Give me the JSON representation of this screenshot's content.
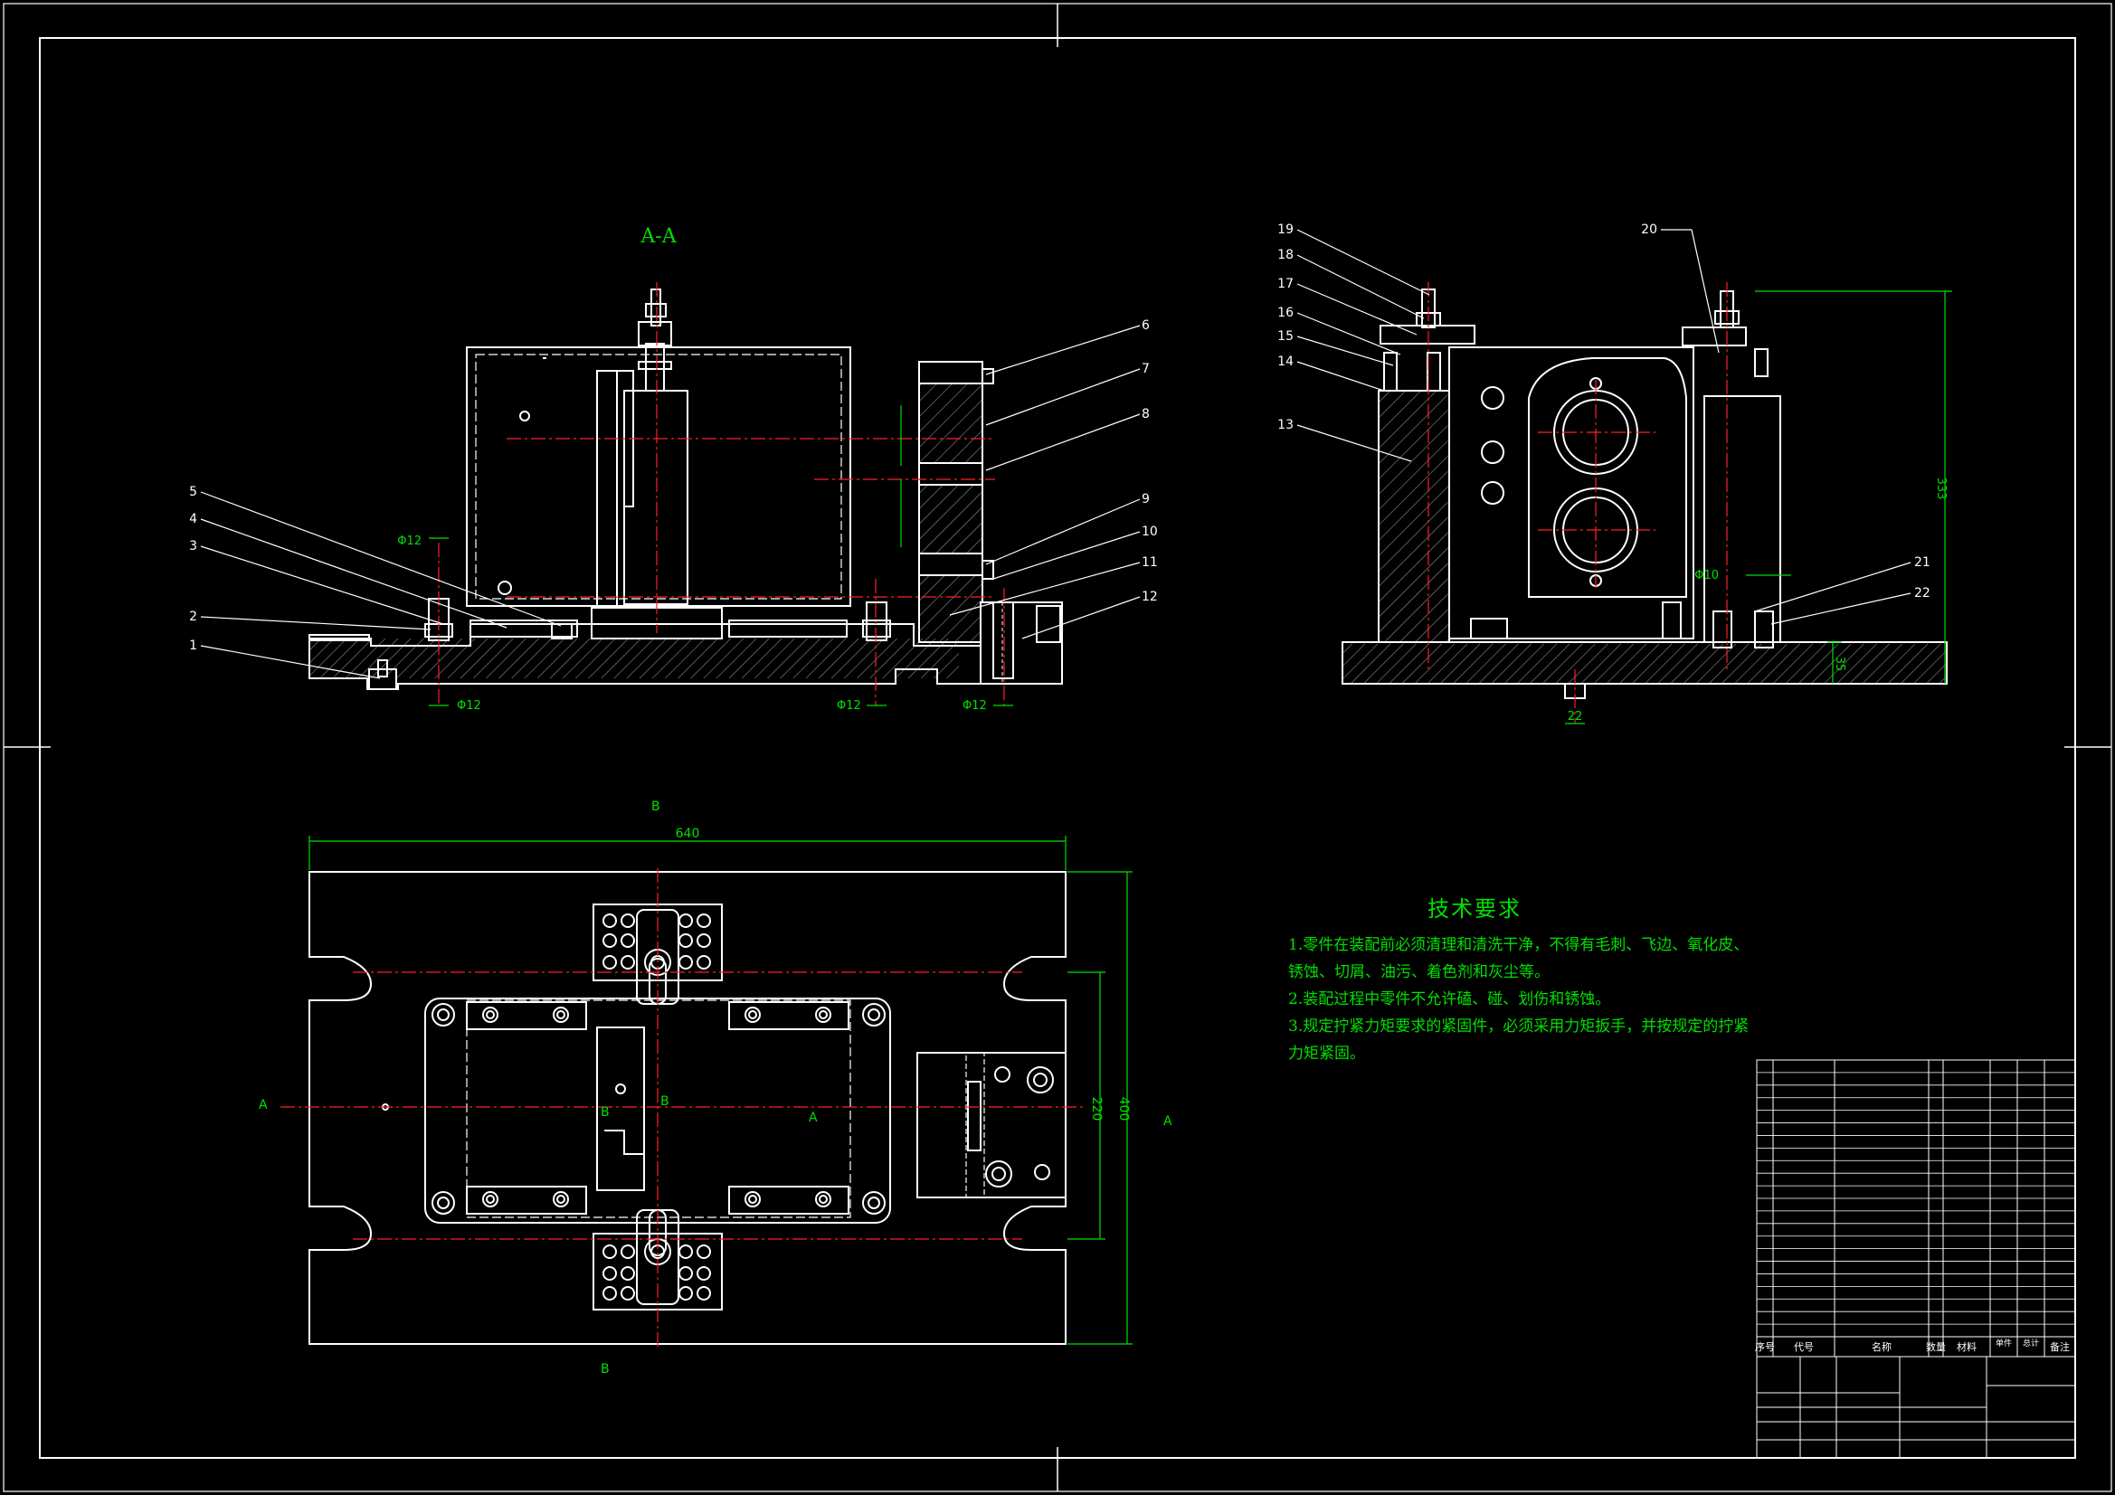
{
  "section_label": "A-A",
  "view_markers": {
    "b_top": "B",
    "b_bottom": "B",
    "a_left": "A",
    "a_right": "A",
    "a_mid": "A",
    "b_mid": "B",
    "b_mid2": "B"
  },
  "balloons_left": [
    "1",
    "2",
    "3",
    "4",
    "5",
    "6",
    "7",
    "8",
    "9",
    "10",
    "11",
    "12"
  ],
  "balloons_right": [
    "13",
    "14",
    "15",
    "16",
    "17",
    "18",
    "19",
    "20",
    "21",
    "22"
  ],
  "dimensions": {
    "width_640": "640",
    "height_400": "400",
    "height_220": "220",
    "height_333": "333",
    "base_35": "35",
    "dia_12_a": "Φ12",
    "dia_12_b": "Φ12",
    "dia_12_c": "Φ12",
    "dia_12_d": "Φ12",
    "dia_10": "Φ10",
    "width_22": "22"
  },
  "tech_requirements": {
    "title": "技术要求",
    "lines": [
      "1.零件在装配前必须清理和清洗干净，不得有毛刺、飞边、氧化皮、",
      "锈蚀、切屑、油污、着色剂和灰尘等。",
      "2.装配过程中零件不允许磕、碰、划伤和锈蚀。",
      "3.规定拧紧力矩要求的紧固件，必须采用力矩扳手，并按规定的拧紧",
      "力矩紧固。"
    ]
  },
  "bom_headers": [
    "序号",
    "代号",
    "名称",
    "数量",
    "材料",
    "单件",
    "总计",
    "备注"
  ],
  "colors": {
    "line": "#ffffff",
    "annotation": "#00e000",
    "centerline": "#ff2020",
    "hatch": "#c0c0c0",
    "dim": "#00e000"
  }
}
